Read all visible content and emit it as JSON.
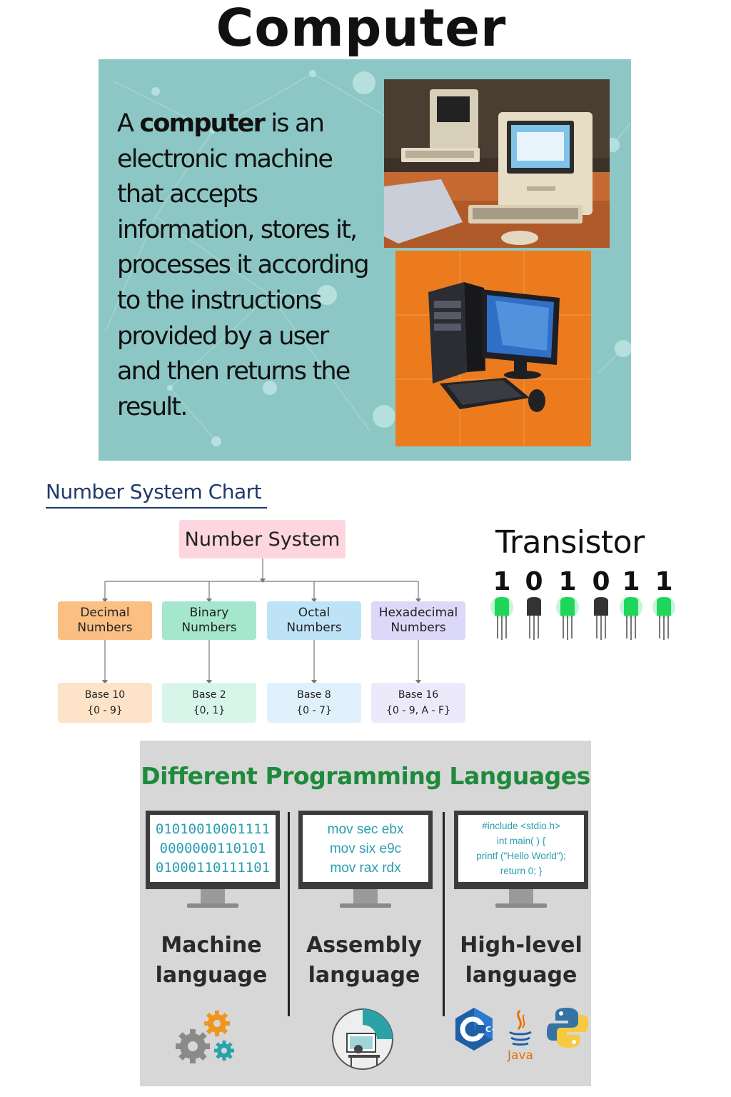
{
  "title": "Computer",
  "definition": {
    "prefix": "A ",
    "keyword": "computer",
    "rest": " is an electronic machine that accepts information, stores it, processes it according to the instructions provided by a user and then returns the result."
  },
  "number_system": {
    "chart_title": "Number System Chart",
    "root": "Number System",
    "systems": [
      {
        "name_line1": "Decimal",
        "name_line2": "Numbers",
        "base": "Base 10",
        "digits": "{0 - 9}",
        "color": "#fbbf84",
        "base_color": "#fde3c7"
      },
      {
        "name_line1": "Binary",
        "name_line2": "Numbers",
        "base": "Base 2",
        "digits": "{0, 1}",
        "color": "#a4e7cc",
        "base_color": "#d8f5ea"
      },
      {
        "name_line1": "Octal",
        "name_line2": "Numbers",
        "base": "Base 8",
        "digits": "{0 - 7}",
        "color": "#bfe3f6",
        "base_color": "#e0f1fb"
      },
      {
        "name_line1": "Hexadecimal",
        "name_line2": "Numbers",
        "base": "Base 16",
        "digits": "{0 - 9, A - F}",
        "color": "#dcd8f8",
        "base_color": "#ece9fb"
      }
    ]
  },
  "transistor": {
    "title": "Transistor",
    "bits": [
      "1",
      "0",
      "1",
      "0",
      "1",
      "1"
    ],
    "on_color": "#1fd65a",
    "off_color": "#333333"
  },
  "programming": {
    "title": "Different Programming Languages",
    "languages": [
      {
        "name_line1": "Machine",
        "name_line2": "language",
        "screen": [
          "01010010001111",
          "0000000110101",
          "01000110111101"
        ],
        "icon": "gears-icon"
      },
      {
        "name_line1": "Assembly",
        "name_line2": "language",
        "screen": [
          "mov sec ebx",
          "mov six e9c",
          "mov rax rdx"
        ],
        "icon": "developer-at-desk-icon"
      },
      {
        "name_line1": "High-level",
        "name_line2": "language",
        "screen": [
          "#include <stdio.h>",
          "int main( ) {",
          "printf (\"Hello World\");",
          "return 0; }"
        ],
        "icon": "c-java-python-logos"
      }
    ],
    "java_label": "Java",
    "cpp_label": "C++"
  }
}
